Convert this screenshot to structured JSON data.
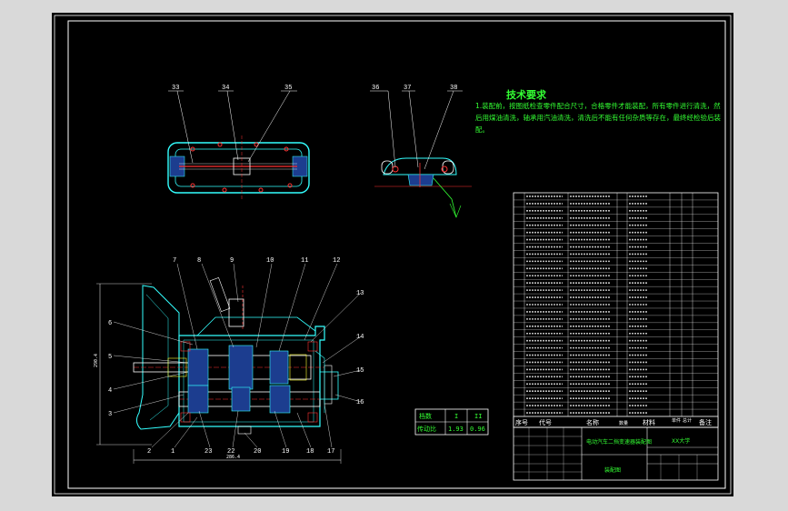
{
  "colors": {
    "frame": "#ffffff",
    "outline": "#33ffff",
    "accent_red": "#ff3333",
    "accent_yellow": "#ffff33",
    "text_green": "#33ff33",
    "background": "#000000",
    "page_margin": "#d9d9d9"
  },
  "views": {
    "top_section_labels": [
      "33",
      "34",
      "35"
    ],
    "side_section_labels": [
      "36",
      "37",
      "38"
    ],
    "main_left_labels": [
      "6",
      "5",
      "4",
      "3",
      "2",
      "1"
    ],
    "main_top_labels": [
      "7",
      "8",
      "9",
      "10",
      "11",
      "12"
    ],
    "main_right_labels": [
      "13",
      "14",
      "15",
      "16"
    ],
    "main_bottom_labels": [
      "23",
      "22",
      "20",
      "19",
      "18",
      "17"
    ],
    "dim_height": "290.4",
    "dim_width": "286.4"
  },
  "tech": {
    "title": "技术要求",
    "body": "1.装配前，按图纸检查零件配合尺寸，合格零件才能装配，所有零件进行清洗，然后用煤油清洗，轴承用汽油清洗，清洗后不能有任何杂质等存在，最终经检验后装配。"
  },
  "gear_table": {
    "row1": [
      "档数",
      "I",
      "II"
    ],
    "row2": [
      "传动比",
      "1.93",
      "0.96"
    ]
  },
  "parts_header": {
    "no": "序号",
    "code": "代号",
    "name": "名称",
    "qty": "数量",
    "material": "材料",
    "weight1": "单件",
    "weight2": "总计",
    "note": "备注"
  },
  "title_block": {
    "drawing_title": "电动汽车二挡变速器装配图",
    "school": "XX大学",
    "drawing_name": "装配图"
  }
}
